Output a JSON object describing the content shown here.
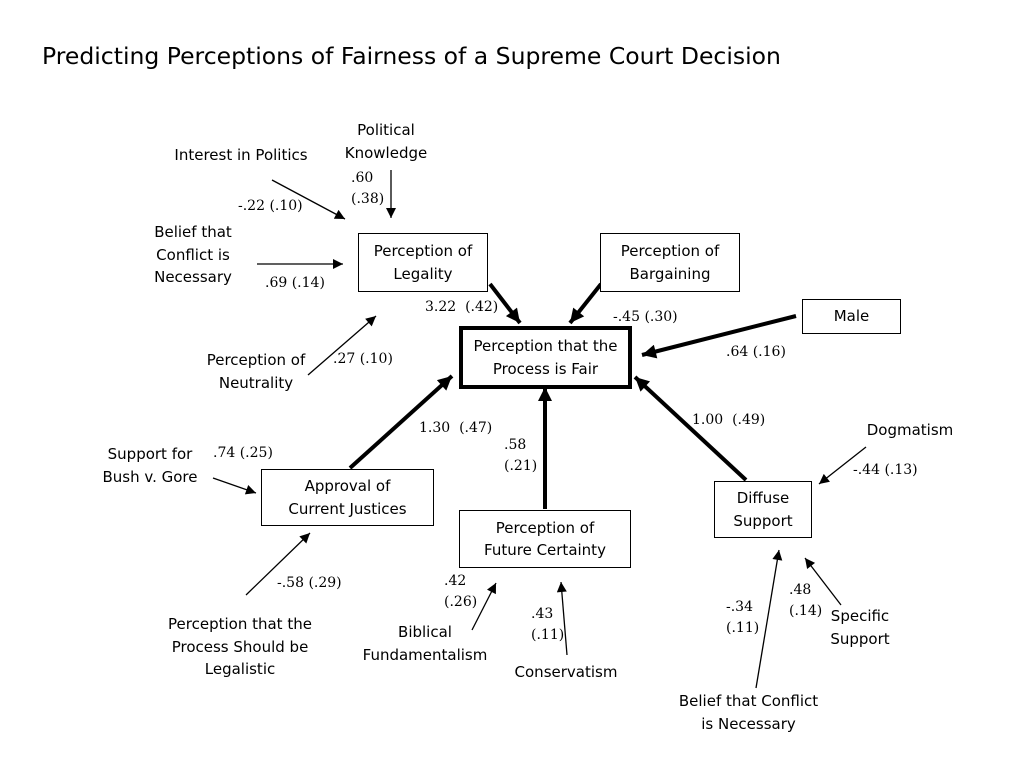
{
  "title": "Predicting Perceptions of Fairness of a Supreme Court Decision",
  "nodes": {
    "legality": [
      "Perception of",
      "Legality"
    ],
    "bargaining": [
      "Perception of",
      "Bargaining"
    ],
    "fair": [
      "Perception that the",
      "Process is Fair"
    ],
    "male": "Male",
    "approval": [
      "Approval of",
      "Current Justices"
    ],
    "future": [
      "Perception of",
      "Future Certainty"
    ],
    "diffuse": [
      "Diffuse",
      "Support"
    ],
    "political_knowledge": [
      "Political",
      "Knowledge"
    ],
    "interest": "Interest in Politics",
    "belief_top": [
      "Belief that",
      "Conflict is",
      "Necessary"
    ],
    "neutrality": [
      "Perception of",
      "Neutrality"
    ],
    "bush": [
      "Support for",
      "Bush v. Gore"
    ],
    "legalistic": [
      "Perception that the",
      "Process Should be",
      "Legalistic"
    ],
    "biblical": [
      "Biblical",
      "Fundamentalism"
    ],
    "conservatism": "Conservatism",
    "belief_bottom": [
      "Belief that Conflict",
      "is Necessary"
    ],
    "specific": [
      "Specific",
      "Support"
    ],
    "dogmatism": "Dogmatism"
  },
  "coefficients": {
    "political_knowledge": [
      ".60",
      "(.38)"
    ],
    "interest": "-.22 (.10)",
    "belief_top": ".69 (.14)",
    "neutrality": ".27 (.10)",
    "legality_fair": "3.22  (.42)",
    "bargaining_fair": "-.45 (.30)",
    "male": ".64 (.16)",
    "approval_fair": "1.30  (.47)",
    "future_fair": [
      ".58",
      "(.21)"
    ],
    "diffuse_fair": "1.00  (.49)",
    "bush": ".74 (.25)",
    "legalistic": "-.58 (.29)",
    "biblical": [
      ".42",
      "(.26)"
    ],
    "conservatism": [
      ".43",
      "(.11)"
    ],
    "belief_bottom": [
      "-.34",
      "(.11)"
    ],
    "specific": [
      ".48",
      "(.14)"
    ],
    "dogmatism": "-.44 (.13)"
  }
}
